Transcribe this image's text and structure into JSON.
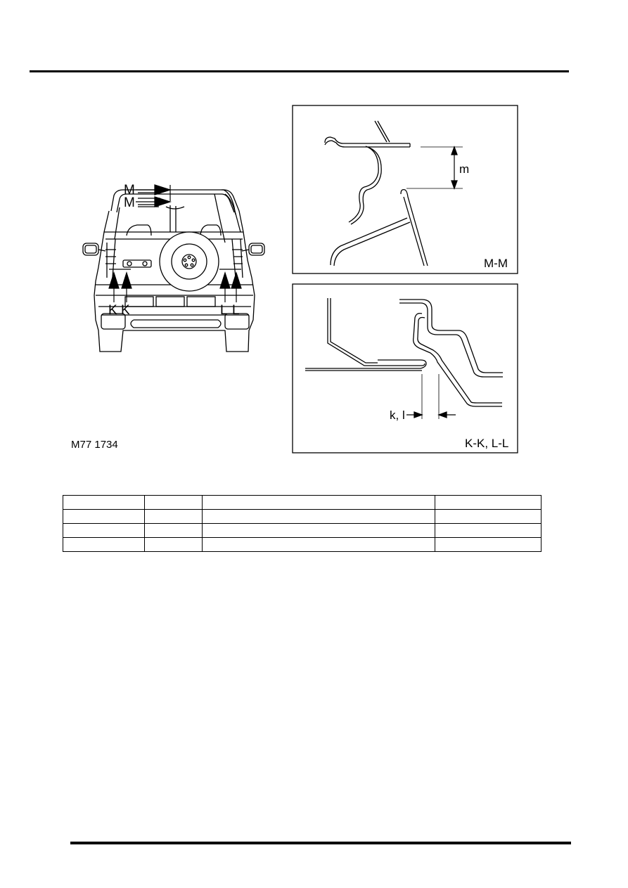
{
  "figure": {
    "code": "M77 1734",
    "overview_labels": {
      "m_upper": "M",
      "m_lower": "M",
      "k_left": "K",
      "k_right": "K",
      "l_left": "L",
      "l_right": "L"
    },
    "section_mm": {
      "title": "M-M",
      "dimension_label": "m"
    },
    "section_kl": {
      "title": "K-K, L-L",
      "dimension_label": "k, l"
    }
  },
  "table": {
    "rows": [
      [
        "",
        "",
        "",
        ""
      ],
      [
        "",
        "",
        "",
        ""
      ],
      [
        "",
        "",
        "",
        ""
      ],
      [
        "",
        "",
        "",
        ""
      ]
    ]
  }
}
